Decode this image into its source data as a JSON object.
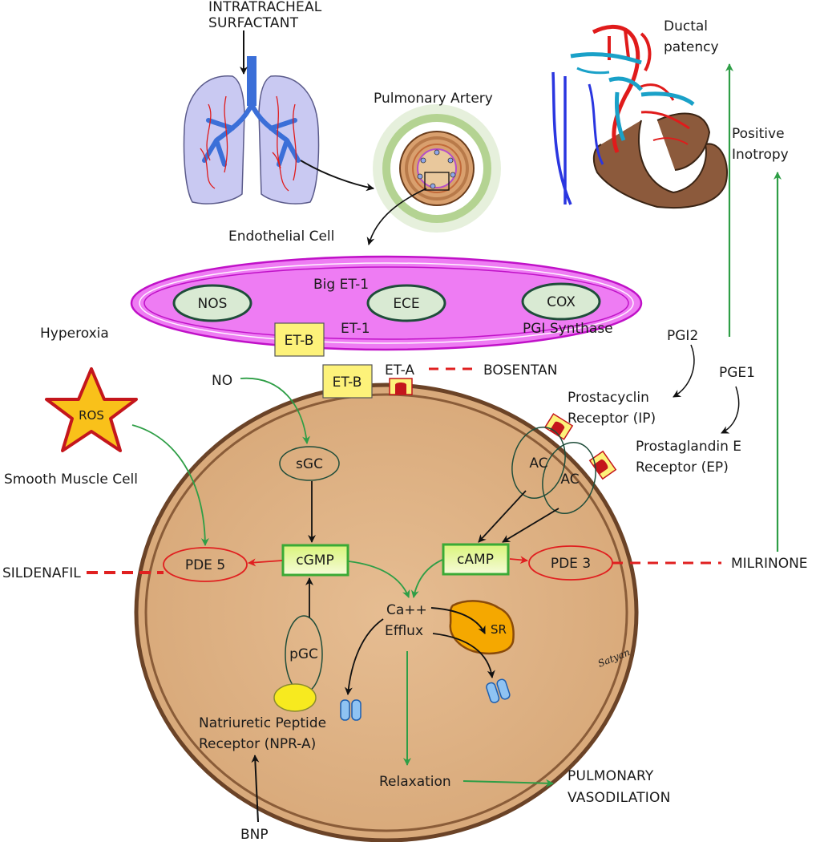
{
  "labels": {
    "surfactant_1": "INTRATRACHEAL",
    "surfactant_2": "SURFACTANT",
    "pulmonary_artery": "Pulmonary Artery",
    "ductal_1": "Ductal",
    "ductal_2": "patency",
    "positive_1": "Positive",
    "positive_2": "Inotropy",
    "endothelial_cell": "Endothelial Cell",
    "big_et1": "Big ET-1",
    "nos": "NOS",
    "ece": "ECE",
    "cox": "COX",
    "et1": "ET-1",
    "pgi_synthase": "PGI Synthase",
    "etb_upper": "ET-B",
    "etb_lower": "ET-B",
    "eta": "ET-A",
    "hyperoxia": "Hyperoxia",
    "bosentan": "BOSENTAN",
    "pgi2": "PGI2",
    "pge1": "PGE1",
    "prostacyclin_1": "Prostacyclin",
    "prostacyclin_2": "Receptor (IP)",
    "prostaglandin_1": "Prostaglandin E",
    "prostaglandin_2": "Receptor (EP)",
    "no": "NO",
    "ros": "ROS",
    "smooth_muscle": "Smooth Muscle Cell",
    "sgc": "sGC",
    "ac1": "AC",
    "ac2": "AC",
    "cgmp": "cGMP",
    "camp": "cAMP",
    "pde5": "PDE 5",
    "pde3": "PDE 3",
    "sildenafil": "SILDENAFIL",
    "milrinone": "MILRINONE",
    "ca": "Ca++",
    "efflux": "Efflux",
    "sr": "SR",
    "pgc": "pGC",
    "npr_1": "Natriuretic Peptide",
    "npr_2": "Receptor (NPR-A)",
    "bnp": "BNP",
    "relaxation": "Relaxation",
    "vasodilation_1": "PULMONARY",
    "vasodilation_2": "VASODILATION",
    "signature": "Satyan"
  },
  "colors": {
    "cell_fill": "#dfb284",
    "cell_border": "#7a5232",
    "endothelial_fill": "#ee7cf3",
    "endothelial_border": "#c011c8",
    "organelle_fill": "#d9ead3",
    "organelle_border": "#1f4d3a",
    "box_yellow": "#fdf27a",
    "box_green_border": "#3aaa35",
    "arrow_green": "#2e9e46",
    "inhibit_red": "#e02020",
    "ros_fill": "#f9c11a",
    "ros_border": "#c4161c",
    "sr_fill": "#f5a800",
    "lung_fill": "#c9c9f2",
    "airway_blue": "#3b6fd8",
    "vessel_red": "#e01b1b",
    "heart_brown": "#8c5a3c",
    "vessel_cyan": "#1aa1c8"
  },
  "icons": [
    "lungs-icon",
    "artery-cross-section-icon",
    "heart-icon",
    "star-icon",
    "channel-icon"
  ]
}
